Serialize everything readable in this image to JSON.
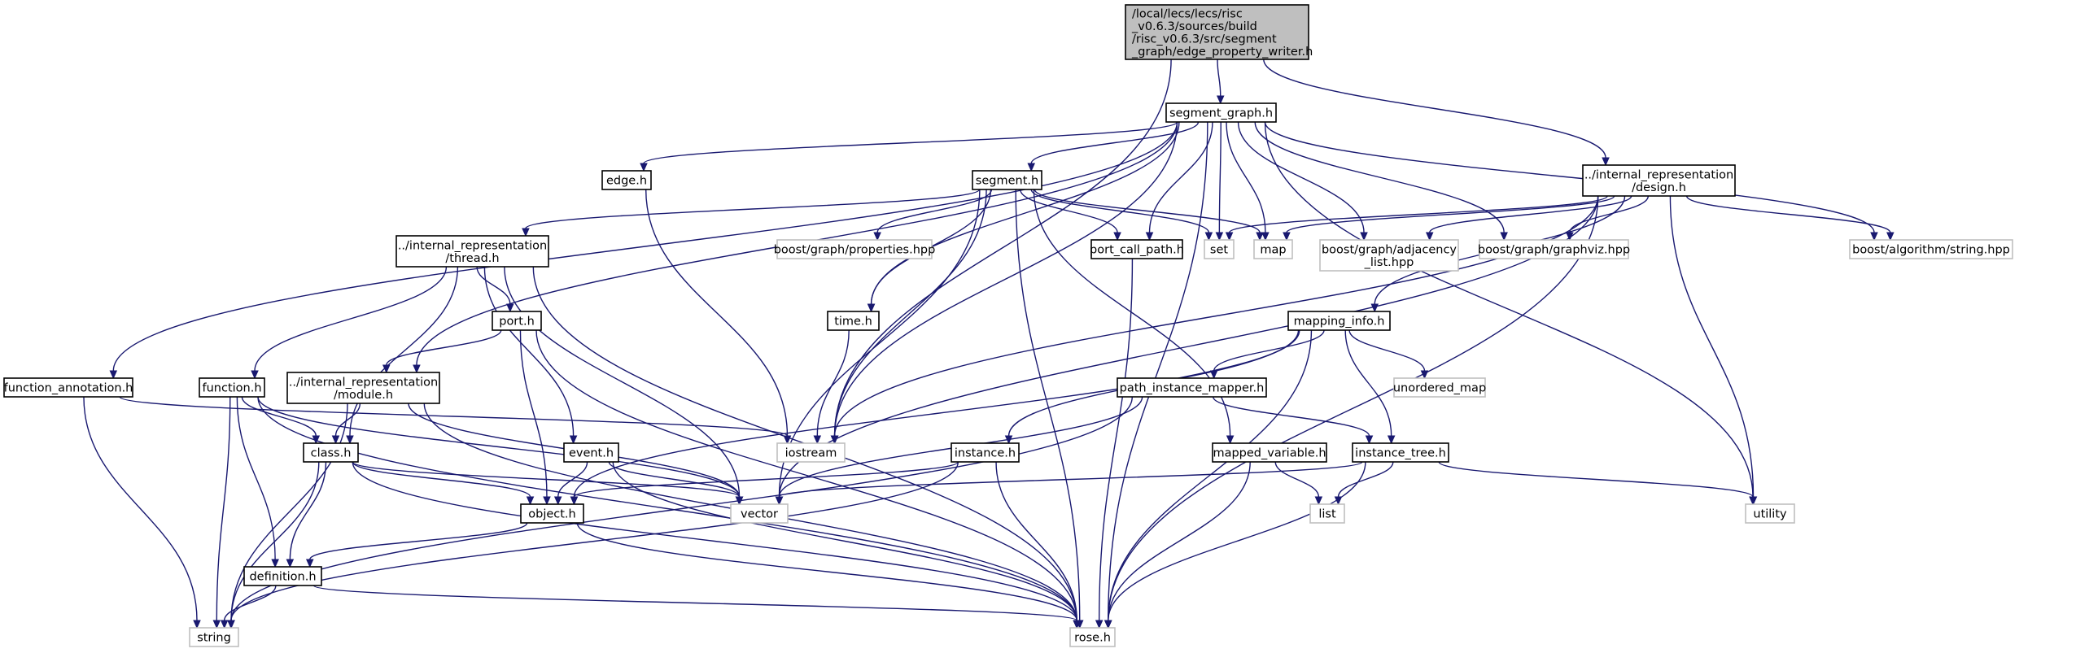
{
  "nodes": [
    {
      "id": "root",
      "kind": "root",
      "lines": [
        "/local/lecs/lecs/risc",
        "_v0.6.3/sources/build",
        "/risc_v0.6.3/src/segment",
        "_graph/edge_property_writer.h"
      ]
    },
    {
      "id": "segment_graph",
      "kind": "proj",
      "lines": [
        "segment_graph.h"
      ]
    },
    {
      "id": "design",
      "kind": "proj",
      "lines": [
        "../internal_representation",
        "/design.h"
      ]
    },
    {
      "id": "edge",
      "kind": "proj",
      "lines": [
        "edge.h"
      ]
    },
    {
      "id": "segment",
      "kind": "proj",
      "lines": [
        "segment.h"
      ]
    },
    {
      "id": "thread",
      "kind": "proj",
      "lines": [
        "../internal_representation",
        "/thread.h"
      ]
    },
    {
      "id": "boost_props",
      "kind": "sys",
      "lines": [
        "boost/graph/properties.hpp"
      ]
    },
    {
      "id": "set",
      "kind": "sys",
      "lines": [
        "set"
      ]
    },
    {
      "id": "map",
      "kind": "sys",
      "lines": [
        "map"
      ]
    },
    {
      "id": "port_call_path",
      "kind": "proj",
      "lines": [
        "port_call_path.h"
      ]
    },
    {
      "id": "boost_adj",
      "kind": "sys",
      "lines": [
        "boost/graph/adjacency",
        "_list.hpp"
      ]
    },
    {
      "id": "boost_viz",
      "kind": "sys",
      "lines": [
        "boost/graph/graphviz.hpp"
      ]
    },
    {
      "id": "boost_str",
      "kind": "sys",
      "lines": [
        "boost/algorithm/string.hpp"
      ]
    },
    {
      "id": "port",
      "kind": "proj",
      "lines": [
        "port.h"
      ]
    },
    {
      "id": "time",
      "kind": "proj",
      "lines": [
        "time.h"
      ]
    },
    {
      "id": "mapping_info",
      "kind": "proj",
      "lines": [
        "mapping_info.h"
      ]
    },
    {
      "id": "function_annotation",
      "kind": "proj",
      "lines": [
        "function_annotation.h"
      ]
    },
    {
      "id": "function",
      "kind": "proj",
      "lines": [
        "function.h"
      ]
    },
    {
      "id": "module",
      "kind": "proj",
      "lines": [
        "../internal_representation",
        "/module.h"
      ]
    },
    {
      "id": "unordered_map",
      "kind": "sys",
      "lines": [
        "unordered_map"
      ]
    },
    {
      "id": "path_instance_mapper",
      "kind": "proj",
      "lines": [
        "path_instance_mapper.h"
      ]
    },
    {
      "id": "iostream",
      "kind": "sys",
      "lines": [
        "iostream"
      ]
    },
    {
      "id": "class",
      "kind": "proj",
      "lines": [
        "class.h"
      ]
    },
    {
      "id": "event",
      "kind": "proj",
      "lines": [
        "event.h"
      ]
    },
    {
      "id": "instance",
      "kind": "proj",
      "lines": [
        "instance.h"
      ]
    },
    {
      "id": "mapped_variable",
      "kind": "proj",
      "lines": [
        "mapped_variable.h"
      ]
    },
    {
      "id": "instance_tree",
      "kind": "proj",
      "lines": [
        "instance_tree.h"
      ]
    },
    {
      "id": "vector",
      "kind": "sys",
      "lines": [
        "vector"
      ]
    },
    {
      "id": "object",
      "kind": "proj",
      "lines": [
        "object.h"
      ]
    },
    {
      "id": "list",
      "kind": "sys",
      "lines": [
        "list"
      ]
    },
    {
      "id": "utility",
      "kind": "sys",
      "lines": [
        "utility"
      ]
    },
    {
      "id": "definition",
      "kind": "proj",
      "lines": [
        "definition.h"
      ]
    },
    {
      "id": "string",
      "kind": "sys",
      "lines": [
        "string"
      ]
    },
    {
      "id": "rose",
      "kind": "sys",
      "lines": [
        "rose.h"
      ]
    }
  ],
  "edges": [
    [
      "root",
      "segment_graph"
    ],
    [
      "root",
      "design"
    ],
    [
      "root",
      "iostream"
    ],
    [
      "segment_graph",
      "edge"
    ],
    [
      "segment_graph",
      "segment"
    ],
    [
      "segment_graph",
      "function_annotation"
    ],
    [
      "segment_graph",
      "module"
    ],
    [
      "segment_graph",
      "iostream"
    ],
    [
      "segment_graph",
      "port_call_path"
    ],
    [
      "segment_graph",
      "set"
    ],
    [
      "segment_graph",
      "map"
    ],
    [
      "segment_graph",
      "boost_adj"
    ],
    [
      "segment_graph",
      "boost_viz"
    ],
    [
      "segment_graph",
      "boost_str"
    ],
    [
      "segment_graph",
      "utility"
    ],
    [
      "segment_graph",
      "rose"
    ],
    [
      "segment_graph",
      "time"
    ],
    [
      "edge",
      "iostream"
    ],
    [
      "segment",
      "thread"
    ],
    [
      "segment",
      "boost_props"
    ],
    [
      "segment",
      "time"
    ],
    [
      "segment",
      "set"
    ],
    [
      "segment",
      "map"
    ],
    [
      "segment",
      "port_call_path"
    ],
    [
      "segment",
      "iostream"
    ],
    [
      "segment",
      "vector"
    ],
    [
      "segment",
      "mapped_variable"
    ],
    [
      "segment",
      "rose"
    ],
    [
      "design",
      "set"
    ],
    [
      "design",
      "map"
    ],
    [
      "design",
      "boost_adj"
    ],
    [
      "design",
      "boost_viz"
    ],
    [
      "design",
      "boost_str"
    ],
    [
      "design",
      "mapping_info"
    ],
    [
      "design",
      "iostream"
    ],
    [
      "design",
      "vector"
    ],
    [
      "design",
      "utility"
    ],
    [
      "design",
      "rose"
    ],
    [
      "thread",
      "port"
    ],
    [
      "thread",
      "function"
    ],
    [
      "thread",
      "event"
    ],
    [
      "thread",
      "class"
    ],
    [
      "thread",
      "vector"
    ],
    [
      "thread",
      "rose"
    ],
    [
      "port",
      "module"
    ],
    [
      "port",
      "object"
    ],
    [
      "port",
      "rose"
    ],
    [
      "port_call_path",
      "rose"
    ],
    [
      "time",
      "iostream"
    ],
    [
      "mapping_info",
      "path_instance_mapper"
    ],
    [
      "mapping_info",
      "unordered_map"
    ],
    [
      "mapping_info",
      "instance_tree"
    ],
    [
      "mapping_info",
      "instance"
    ],
    [
      "mapping_info",
      "object"
    ],
    [
      "mapping_info",
      "rose"
    ],
    [
      "function_annotation",
      "iostream"
    ],
    [
      "function_annotation",
      "string"
    ],
    [
      "function",
      "class"
    ],
    [
      "function",
      "definition"
    ],
    [
      "function",
      "vector"
    ],
    [
      "function",
      "string"
    ],
    [
      "function",
      "rose"
    ],
    [
      "module",
      "class"
    ],
    [
      "module",
      "vector"
    ],
    [
      "module",
      "string"
    ],
    [
      "module",
      "rose"
    ],
    [
      "path_instance_mapper",
      "instance_tree"
    ],
    [
      "path_instance_mapper",
      "vector"
    ],
    [
      "path_instance_mapper",
      "string"
    ],
    [
      "class",
      "object"
    ],
    [
      "class",
      "definition"
    ],
    [
      "class",
      "vector"
    ],
    [
      "class",
      "string"
    ],
    [
      "class",
      "rose"
    ],
    [
      "event",
      "object"
    ],
    [
      "event",
      "vector"
    ],
    [
      "event",
      "rose"
    ],
    [
      "instance",
      "object"
    ],
    [
      "instance",
      "string"
    ],
    [
      "instance",
      "rose"
    ],
    [
      "mapped_variable",
      "list"
    ],
    [
      "mapped_variable",
      "rose"
    ],
    [
      "instance_tree",
      "list"
    ],
    [
      "instance_tree",
      "vector"
    ],
    [
      "instance_tree",
      "utility"
    ],
    [
      "instance_tree",
      "rose"
    ],
    [
      "object",
      "definition"
    ],
    [
      "object",
      "rose"
    ],
    [
      "definition",
      "string"
    ],
    [
      "definition",
      "rose"
    ]
  ]
}
